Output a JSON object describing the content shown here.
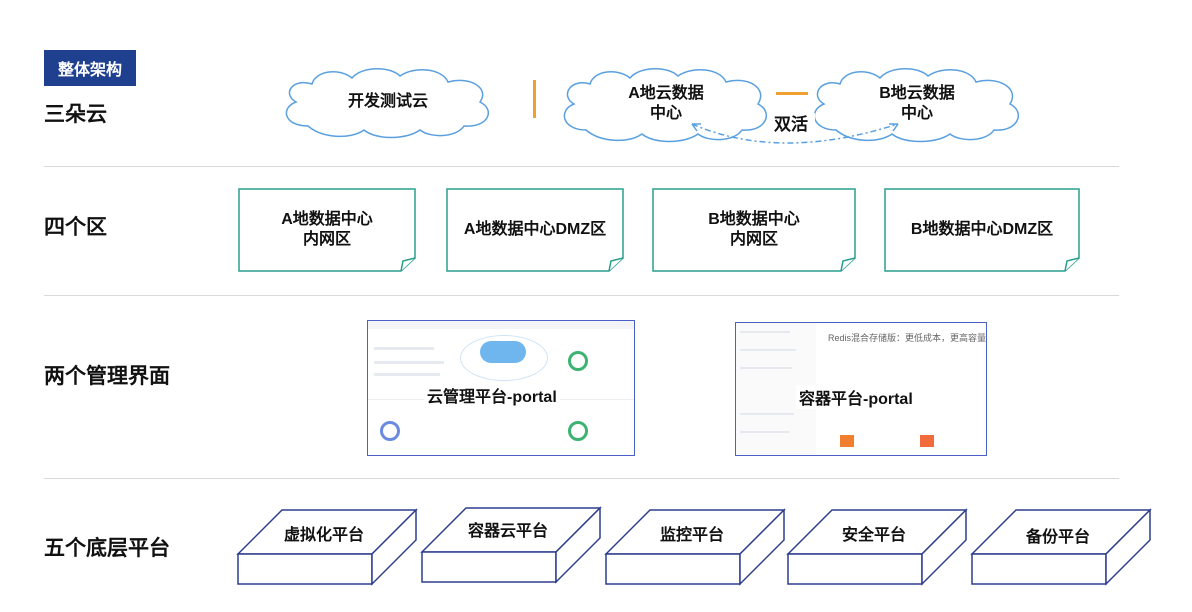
{
  "header": {
    "badge": "整体架构"
  },
  "rows": {
    "clouds": "三朵云",
    "zones": "四个区",
    "portals": "两个管理界面",
    "platforms": "五个底层平台"
  },
  "clouds": {
    "dev_test": "开发测试云",
    "a_dc": "A地云数据\n中心",
    "b_dc": "B地云数据\n中心",
    "active_active": "双活"
  },
  "zones": [
    {
      "label": "A地数据中心\n内网区"
    },
    {
      "label": "A地数据中心DMZ区"
    },
    {
      "label": "B地数据中心\n内网区"
    },
    {
      "label": "B地数据中心DMZ区"
    }
  ],
  "portals": {
    "cloud_portal": "云管理平台-portal",
    "container_portal": "容器平台-portal",
    "container_banner": "Redis混合存储版：更低成本，更高容量"
  },
  "platforms": [
    {
      "label": "虚拟化平台"
    },
    {
      "label": "容器云平台"
    },
    {
      "label": "监控平台"
    },
    {
      "label": "安全平台"
    },
    {
      "label": "备份平台"
    }
  ],
  "colors": {
    "badge_bg": "#1f3f8f",
    "cloud_stroke": "#5aa0e0",
    "note_stroke": "#2a9d8f",
    "slab_stroke": "#2f3f8f",
    "accent_orange": "#f0a030"
  }
}
